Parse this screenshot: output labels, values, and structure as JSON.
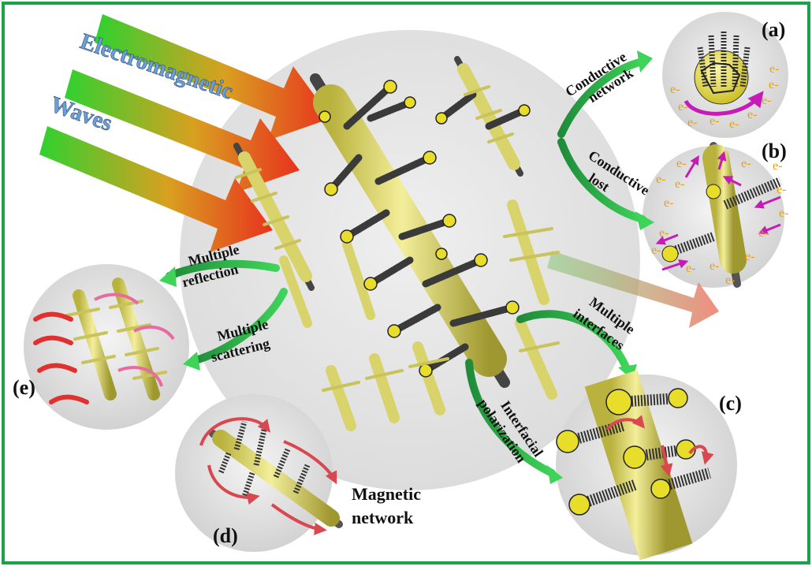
{
  "title": {
    "line1": "Electromagnetic",
    "line2": "Waves"
  },
  "panels": {
    "a": "(a)",
    "b": "(b)",
    "c": "(c)",
    "d": "(d)",
    "e": "(e)"
  },
  "labels": {
    "conductive_network": [
      "Conductive",
      "network"
    ],
    "conductive_lost": [
      "Conductive",
      "lost"
    ],
    "multiple_reflection": [
      "Multiple",
      "reflection"
    ],
    "multiple_scattering": [
      "Multiple",
      "scattering"
    ],
    "multiple_interfaces": [
      "Multiple",
      "interfaces"
    ],
    "interfacial_polarization": [
      "Interfacial",
      "polarization"
    ],
    "magnetic_network": [
      "Magnetic",
      "network"
    ]
  },
  "electron_label": "e-",
  "colors": {
    "border": "#1aa34a",
    "wave_start": "#2fd12f",
    "wave_end": "#e8321e",
    "process_arrow": "#22a846",
    "rod": "#e9e37a",
    "rod_shade": "#b4ad3c",
    "electron_text": "#f0a000",
    "electron_arrow": "#c71bb8",
    "eddy_arrow": "#d9474f",
    "title_text": "#6e9ed6"
  }
}
